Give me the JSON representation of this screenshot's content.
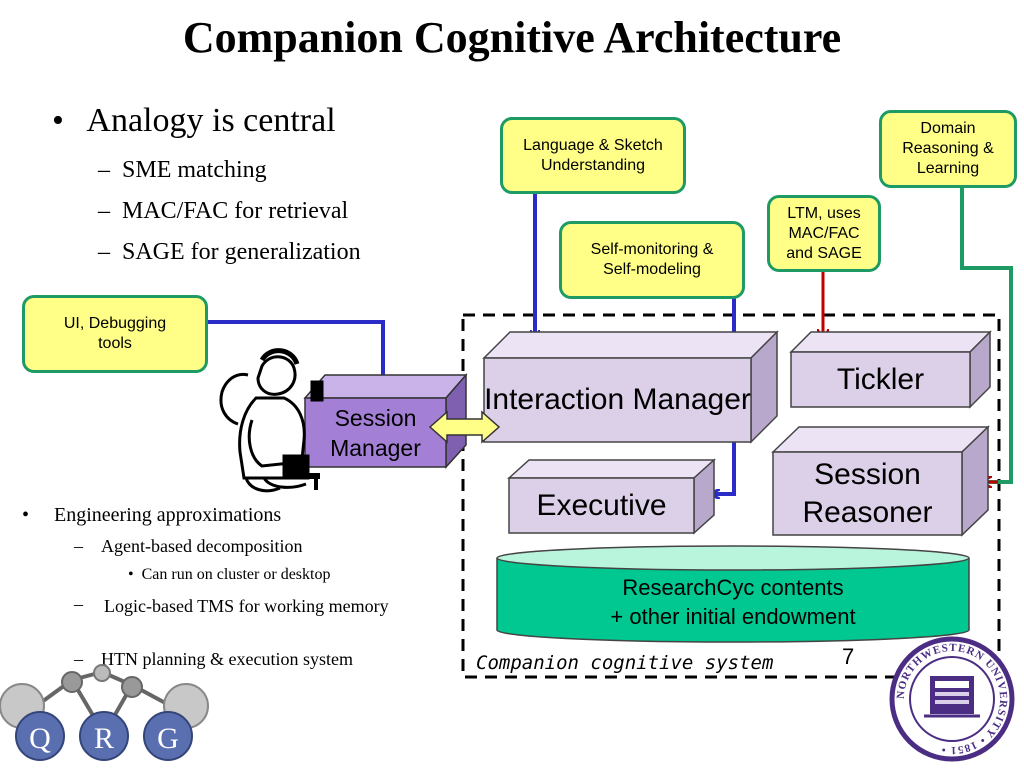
{
  "title": "Companion Cognitive Architecture",
  "bullets_top": {
    "main": "Analogy is central",
    "subs": [
      "SME matching",
      "MAC/FAC for retrieval",
      "SAGE for generalization"
    ]
  },
  "bullets_bottom": {
    "main": "Engineering approximations",
    "sub1": "Agent-based decomposition",
    "sub1_child": "Can run on cluster or desktop",
    "sub2": "Logic-based TMS for working memory",
    "sub3": "HTN planning & execution system"
  },
  "callouts": {
    "language": "Language & Sketch Understanding",
    "domain": "Domain Reasoning & Learning",
    "ltm": "LTM, uses MAC/FAC and SAGE",
    "selfmon": "Self-monitoring & Self-modeling",
    "ui": "UI, Debugging tools"
  },
  "boxes": {
    "session_manager": "Session Manager",
    "interaction_manager": "Interaction Manager",
    "tickler": "Tickler",
    "executive": "Executive",
    "session_reasoner": "Session Reasoner"
  },
  "kb": {
    "line1": "ResearchCyc contents",
    "line2": "+ other initial endowment"
  },
  "system_label": "Companion cognitive system",
  "slide_number": "7",
  "logo_letters": [
    "Q",
    "R",
    "G"
  ],
  "seal_text": "NORTHWESTERN UNIVERSITY • 1851 •",
  "colors": {
    "callout_fill": "#ffff88",
    "callout_border": "#1e9a64",
    "box_fill": "#dccfe8",
    "session_manager_fill": "#a47fd6",
    "kb_fill": "#00c890",
    "blue_arrow": "#2b2bc8",
    "red_arrow": "#c00000",
    "green_line": "#1e9a64",
    "seal_purple": "#4b2e83"
  }
}
